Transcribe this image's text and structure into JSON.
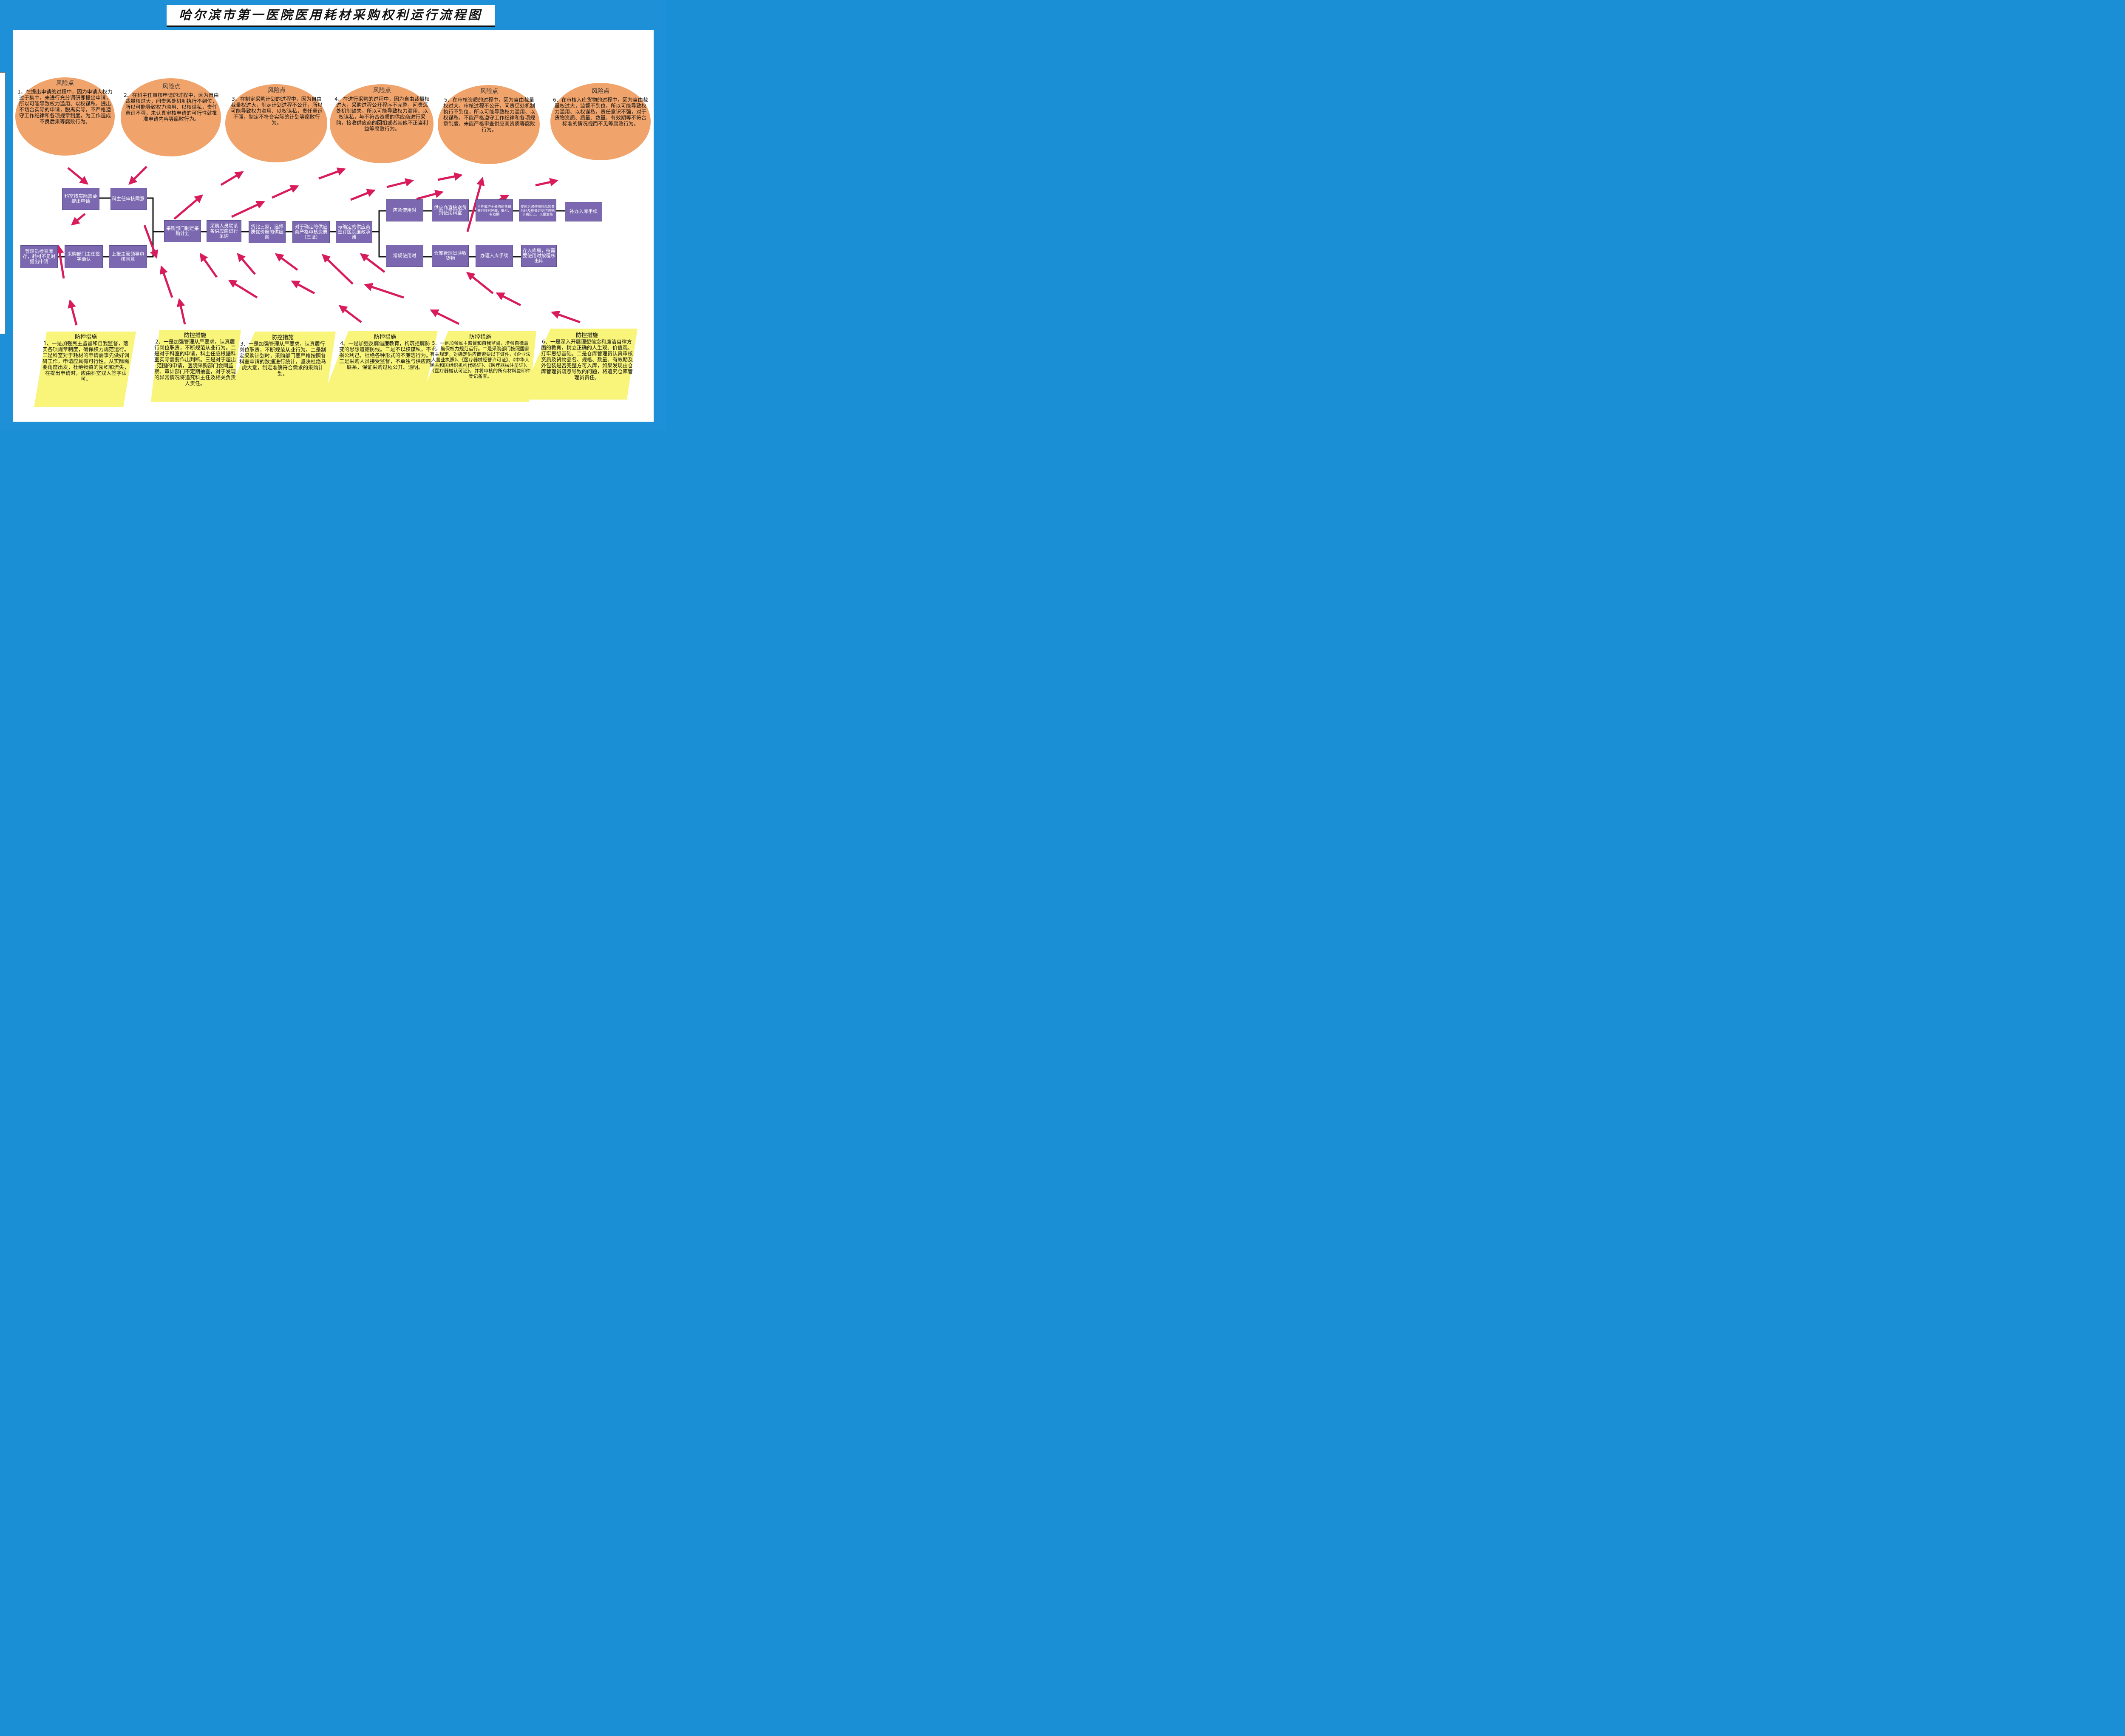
{
  "title": "哈尔滨市第一医院医用耗材采购权利运行流程图",
  "risk_header": "风险点",
  "measure_header": "防控措施",
  "colors": {
    "border_blue": "#1e90d8",
    "risk_fill": "#f0a46c",
    "process_fill": "#7b68b0",
    "measure_fill": "#f8f57a",
    "arrow": "#d81b5c"
  },
  "risks": [
    "1、在提出申请的过程中，因为申请人权力过于集中，未进行充分调研即提出申请，所以可能导致权力滥用、以权谋私，提出不切合实际的申请，脱离实际，不严格遵守工作纪律和各项规章制度，为工作造成不良后果等腐败行为。",
    "2、在科主任审核申请的过程中，因为自由裁量权过大，问责惩处机制执行不到位，所以可能导致权力滥用、以权谋私，责任意识不强，未认真审核申请的可行性就批准申请内容等腐败行为。",
    "3、在制定采购计划的过程中，因为自由裁量权过大，制定计划过程不公开，所以可能导致权力滥用、以权谋私，责任意识不强，制定不符合实际的计划等腐败行为。",
    "4、在进行采购的过程中，因为自由裁量权过大，采购过程公开程序不完整，问责惩处机制缺失，所以可能导致权力滥用、以权谋私，与不符合资质的供应商进行采购，接收供应商的回扣或者其他不正当利益等腐败行为。",
    "5、在审核资质的过程中，因为自由裁量权过大，审核过程不公开，问责惩处机制执行不到位，所以可能导致权力滥用、以权谋私，不能严格遵守工作纪律和各项规章制度，未能严格审查供应商资质等腐败行为。",
    "6、在审核入库货物的过程中，因为自由裁量权过大，监督不到位，所以可能导致权力滥用、以权谋私，责任意识不强，对于货物资质、质量、数量、有效期等不符合标准的情况视而不见等腐败行为。"
  ],
  "process": {
    "p1": "科室按实际需要提出申请",
    "p2": "科主任审核同意",
    "p3": "管理员检查库存，耗材不足时提出申请",
    "p4": "采购部门主任签字确认",
    "p5": "上报主管领导审核同意",
    "p6": "采购部门制定采购计划",
    "p7": "采购人员联系各供应商进行采购",
    "p8": "货比三家，选择质优价廉的供应商",
    "p9": "对于确定的供应商严格审核资质（三证）",
    "p10": "与确定的供应商签订医院廉政承诺",
    "e1": "应急使用时",
    "e2": "供应商直接送货到使用科室",
    "e3": "主任或护士长与供货商共同核对包装、批号、有效期",
    "e4": "使用后将使用物品的条形码及相关证明信息贴于病历上，以便复核",
    "e5": "补办入库手续",
    "n1": "常规使用时",
    "n2": "仓库管理员验收货物",
    "n3": "办理入库手续",
    "n4": "存入库房，待需要使用时按程序出库"
  },
  "measures": [
    "1、一是加强民主监督和自我监督，落实各项规章制度，确保权力规范运行。二是科室对于耗材的申请需事先做好调研工作，申请应具有可行性，从实际需要角度出发，杜绝物资的囤积和流失，在提出申请时，应由科室双人签字认可。",
    "2、一是加强管理从严要求，认真履行岗位职责，不断规范从业行为。二是对于科室的申请，科主任应根据科室实际需要作出判断。三是对于超出范围的申请，医院采购部门会同监察、审计部门不定期抽查，对于发现的异常情况将追究科主任及相关负责人责任。",
    "3、一是加强管理从严要求，认真履行岗位职责，不断规范从业行为。二是制定采购计划时，采购部门要严格按照各科室申请的数据进行统计，坚决杜绝马虎大意，制定准确符合需求的采购计划。",
    "4、一是加强反腐倡廉教育，构筑拒腐防变的思想道德防线。二是不以权谋私，不损公利己，杜绝各种形式的不廉洁行为。三是采购人员接受监督，不单独与供应商联系，保证采购过程公开、透明。",
    "5、一是加强民主监督和自我监督，增强自律意识，确保权力规范运行。二是采购部门按照国家有关规定，对确定供应商索要以下证件，《企业法人营业执照》、《医疗器械经营许可证》、《中华人民共和国组织机构代码证》、《医疗器械注册证》、《医疗器械认可证》，并将审核的所有材料复印件登记备查。",
    "6、一是深入开展理想信念和廉洁自律方面的教育，树立正确的人生观、价值观、打牢思想基础。二是仓库管理员认真审核资质及货物品名、规格、数量、有效期及外包装是否完整方可入库，如果发现由仓库管理员疏忽导致的问题，将追究仓库管理员责任。"
  ]
}
